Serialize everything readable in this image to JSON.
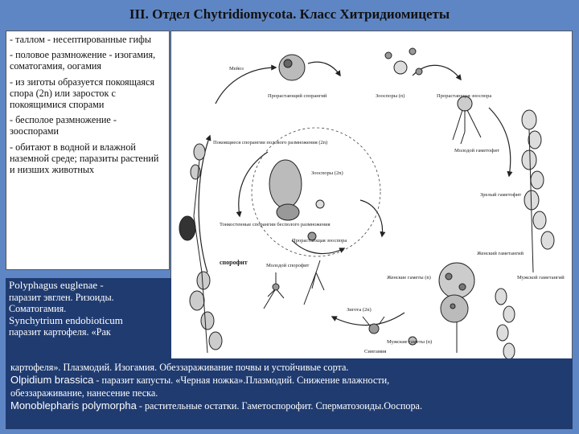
{
  "title": "III. Отдел Chytridiomycota. Класс Хитридиомицеты",
  "features": [
    "- таллом - несептированные гифы",
    "- половое размножение - изогамия, соматогамия, оогамия",
    "- из зиготы образуется покоящаяся спора (2n) или заросток с покоящимися спорами",
    "- бесполое размножение - зооспорами",
    "- обитают в водной и влажной наземной среде; паразиты растений и низших животных"
  ],
  "figure_labels": {
    "meiosis": "Мейоз",
    "germinating_sporangium": "Прорастающий спорангий",
    "zoospores_n": "Зооспоры (n)",
    "germinating_zoospore": "Прорастающая зооспора",
    "resting_sporangia": "Покоящиеся спорангии полового размножения (2n)",
    "zoospores_2n": "Зооспоры (2n)",
    "young_gametophyte": "Молодой гаметофит",
    "mature_gametophyte": "Зрелый гаметофит",
    "female_gametangium": "Женский гаметангий",
    "male_gametangium": "Мужской гаметангий",
    "thin_walled_sporangia": "Тонкостенные спорангии бесполого размножения",
    "germinating_zoospore_2": "Прорастающая зооспора",
    "sporophyte": "спорофит",
    "young_sporophyte": "Молодой спорофит",
    "female_gametes": "Женские гаметы (n)",
    "male_gametes": "Мужские гаметы (n)",
    "zygote": "Зигота (2n)",
    "syngamy": "Сингамия"
  },
  "species_box": {
    "sp1_name": "Polyphagus euglenae -",
    "sp1_desc_1": "паразит эвглен. Ризоиды.",
    "sp1_desc_2": "Соматогамия.",
    "sp2_name": "Synchytrium endobioticum",
    "sp2_desc": "паразит картофеля. «Рак"
  },
  "bottom": {
    "line1": "картофеля». Плазмодий. Изогамия. Обеззараживание почвы и устойчивые сорта.",
    "sp3_name": "Olpidium brassica",
    "sp3_desc": " - паразит капусты. «Черная ножка».Плазмодий. Снижение влажности,",
    "line3": "обеззараживание, нанесение песка.",
    "sp4_name": "Monoblepharis polymorpha",
    "sp4_desc": " - растительные остатки. Гаметоспорофит. Сперматозоиды.Ооспора."
  },
  "colors": {
    "background": "#5f86c4",
    "panel_dark": "#1f3b70",
    "panel_light": "#ffffff"
  }
}
